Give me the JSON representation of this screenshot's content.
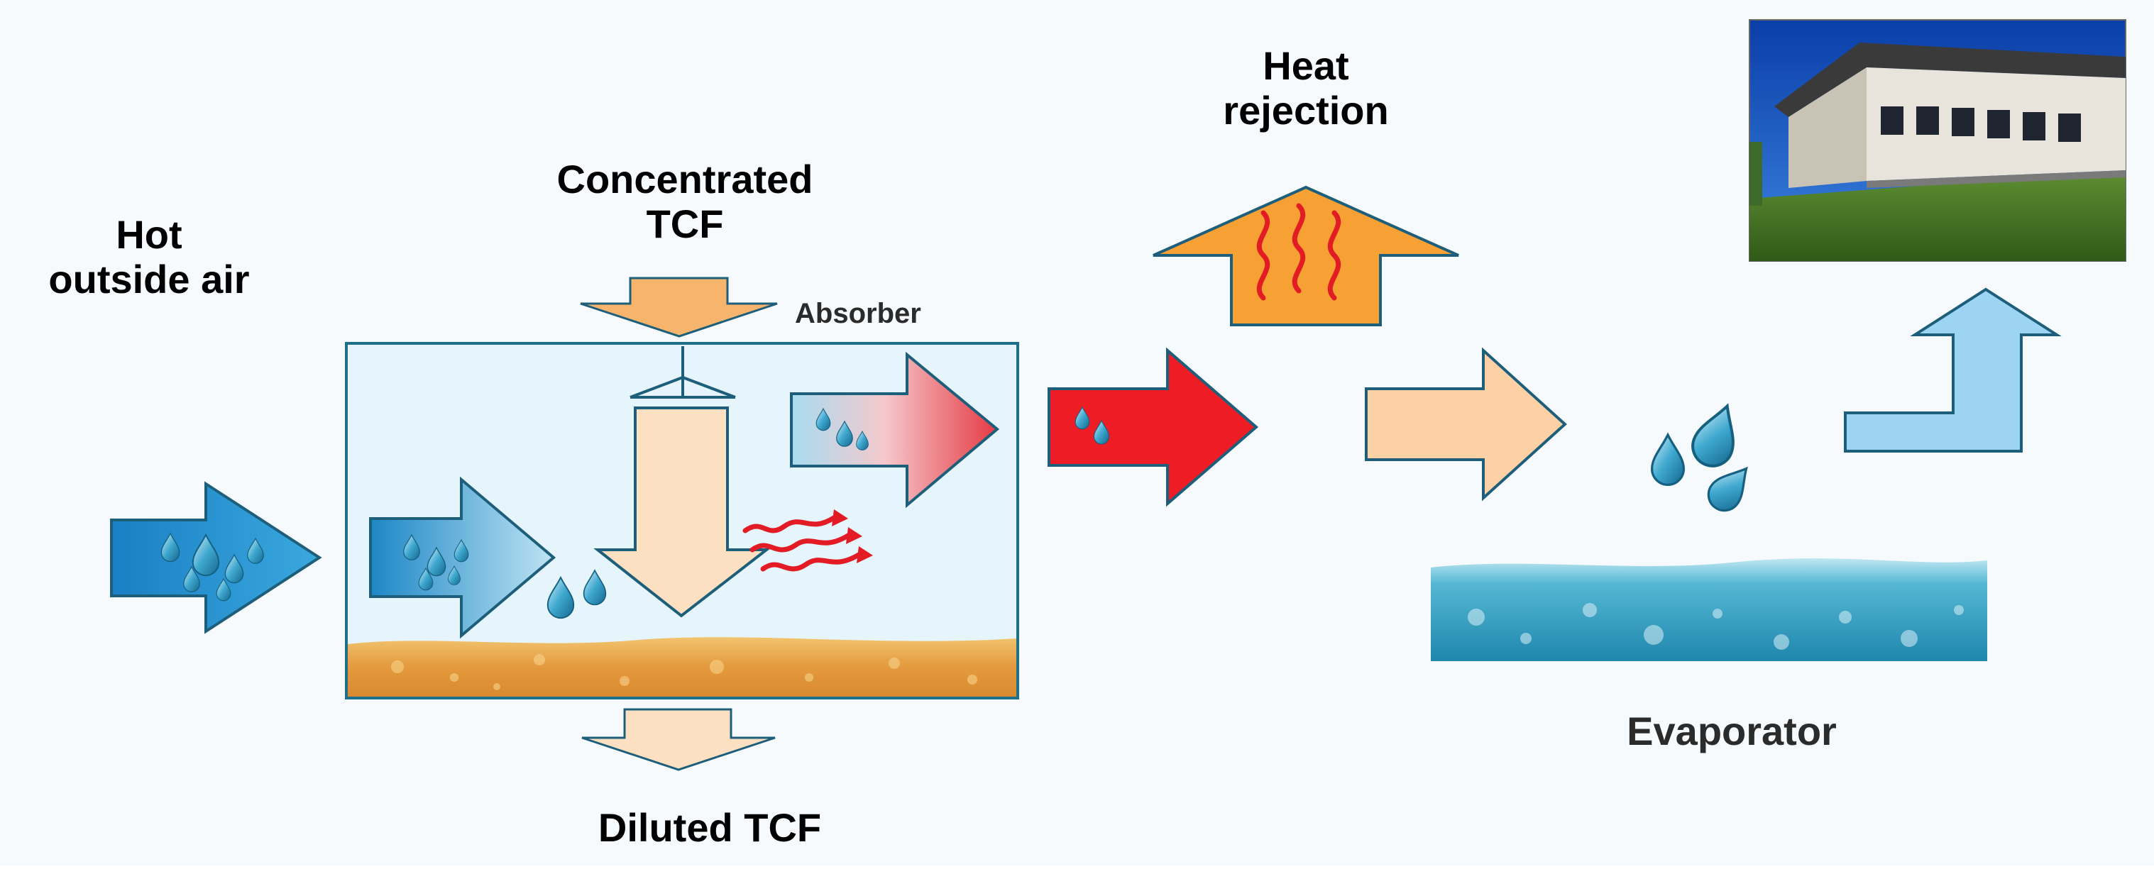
{
  "labels": {
    "hot_outside_air": [
      "Hot",
      "outside air"
    ],
    "concentrated_tcf": [
      "Concentrated",
      "TCF"
    ],
    "absorber": "Absorber",
    "heat_rejection": [
      "Heat",
      "rejection"
    ],
    "diluted_tcf": "Diluted TCF",
    "evaporator": "Evaporator"
  },
  "colors": {
    "background": "#f7fafc",
    "absorber_box_fill": "#e6f4fb",
    "absorber_box_border": "#1e6f8a",
    "arrow_border": "#1d5f7a",
    "humid_air_blue": "#1e8fcc",
    "light_blue_air": "#9cd3ee",
    "solution_peach": "#fde0c2",
    "heat_orange": "#f7a033",
    "hot_air_red": "#ee1c25",
    "cool_air_blue": "#9dd3f3",
    "water_teal": "#2f9fbf",
    "liquid_desiccant": "#e9a94e"
  },
  "icons": [
    "water-drop-icon",
    "heat-wave-icon",
    "building-photo"
  ]
}
